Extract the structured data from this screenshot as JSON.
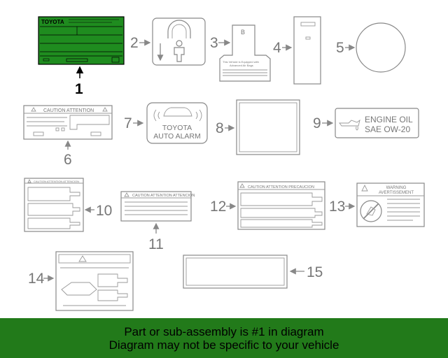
{
  "parts": [
    {
      "num": "1",
      "brand": "TOYOTA"
    },
    {
      "num": "2"
    },
    {
      "num": "3",
      "letter": "B",
      "caption_1": "This Vehicle is Equipped with",
      "caption_2": "Advanced Air Bags"
    },
    {
      "num": "4"
    },
    {
      "num": "5"
    },
    {
      "num": "6",
      "header": "CAUTION ATTENTION"
    },
    {
      "num": "7",
      "line_1": "TOYOTA",
      "line_2": "AUTO ALARM"
    },
    {
      "num": "8"
    },
    {
      "num": "9",
      "line_1": "ENGINE OIL",
      "line_2": "SAE   OW-20"
    },
    {
      "num": "10",
      "header": "CAUTION ATTENTION ATTENCION"
    },
    {
      "num": "11",
      "header": "CAUTION ATTENTION ATTENCION"
    },
    {
      "num": "12",
      "header": "CAUTION ATTENTION PRECAUCION"
    },
    {
      "num": "13",
      "line_1": "WARNING",
      "line_2": "AVERTISSEMENT"
    },
    {
      "num": "14"
    },
    {
      "num": "15"
    }
  ],
  "banner": {
    "line_1": "Part or sub-assembly is #1 in diagram",
    "line_2": "Diagram may not be specific to your vehicle",
    "color": "#227a1a"
  },
  "highlight_color": "#1f8c1f"
}
